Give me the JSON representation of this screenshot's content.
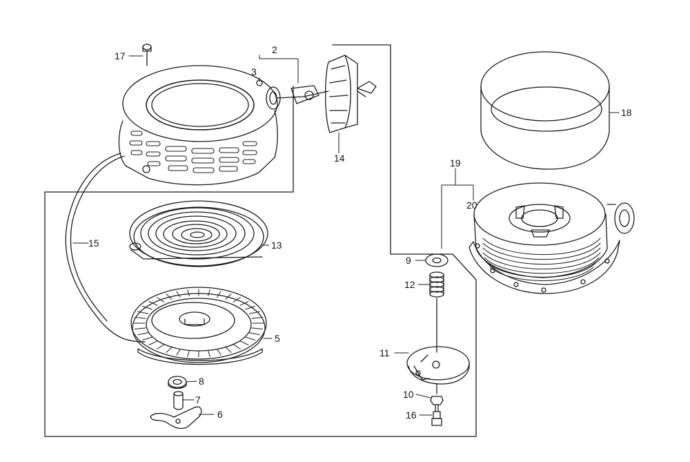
{
  "callouts": {
    "c2": "2",
    "c3": "3",
    "c5": "5",
    "c6": "6",
    "c7": "7",
    "c8": "8",
    "c9": "9",
    "c10": "10",
    "c11": "11",
    "c12": "12",
    "c13": "13",
    "c14": "14",
    "c15": "15",
    "c16": "16",
    "c17": "17",
    "c18": "18",
    "c19": "19",
    "c20": "20"
  },
  "colors": {
    "line": "#1a1a1a",
    "background": "#ffffff"
  }
}
